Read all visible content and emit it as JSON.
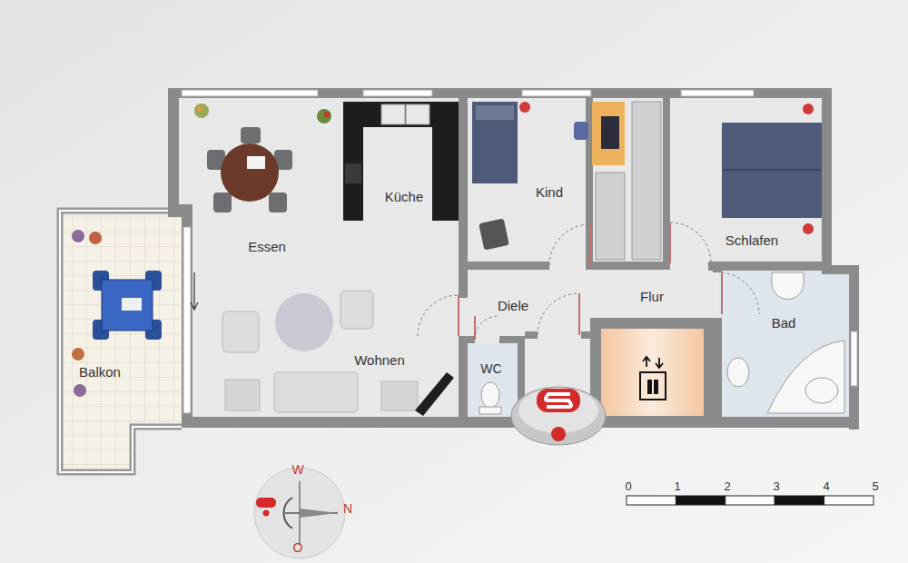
{
  "diagram": {
    "labels": [
      "Küche",
      "Kind",
      "Schlafen",
      "Essen",
      "Diele",
      "Flur",
      "Bad",
      "Wohnen",
      "WC",
      "Balkon",
      "W",
      "N",
      "O",
      "0",
      "1",
      "2",
      "3",
      "4",
      "5"
    ]
  }
}
